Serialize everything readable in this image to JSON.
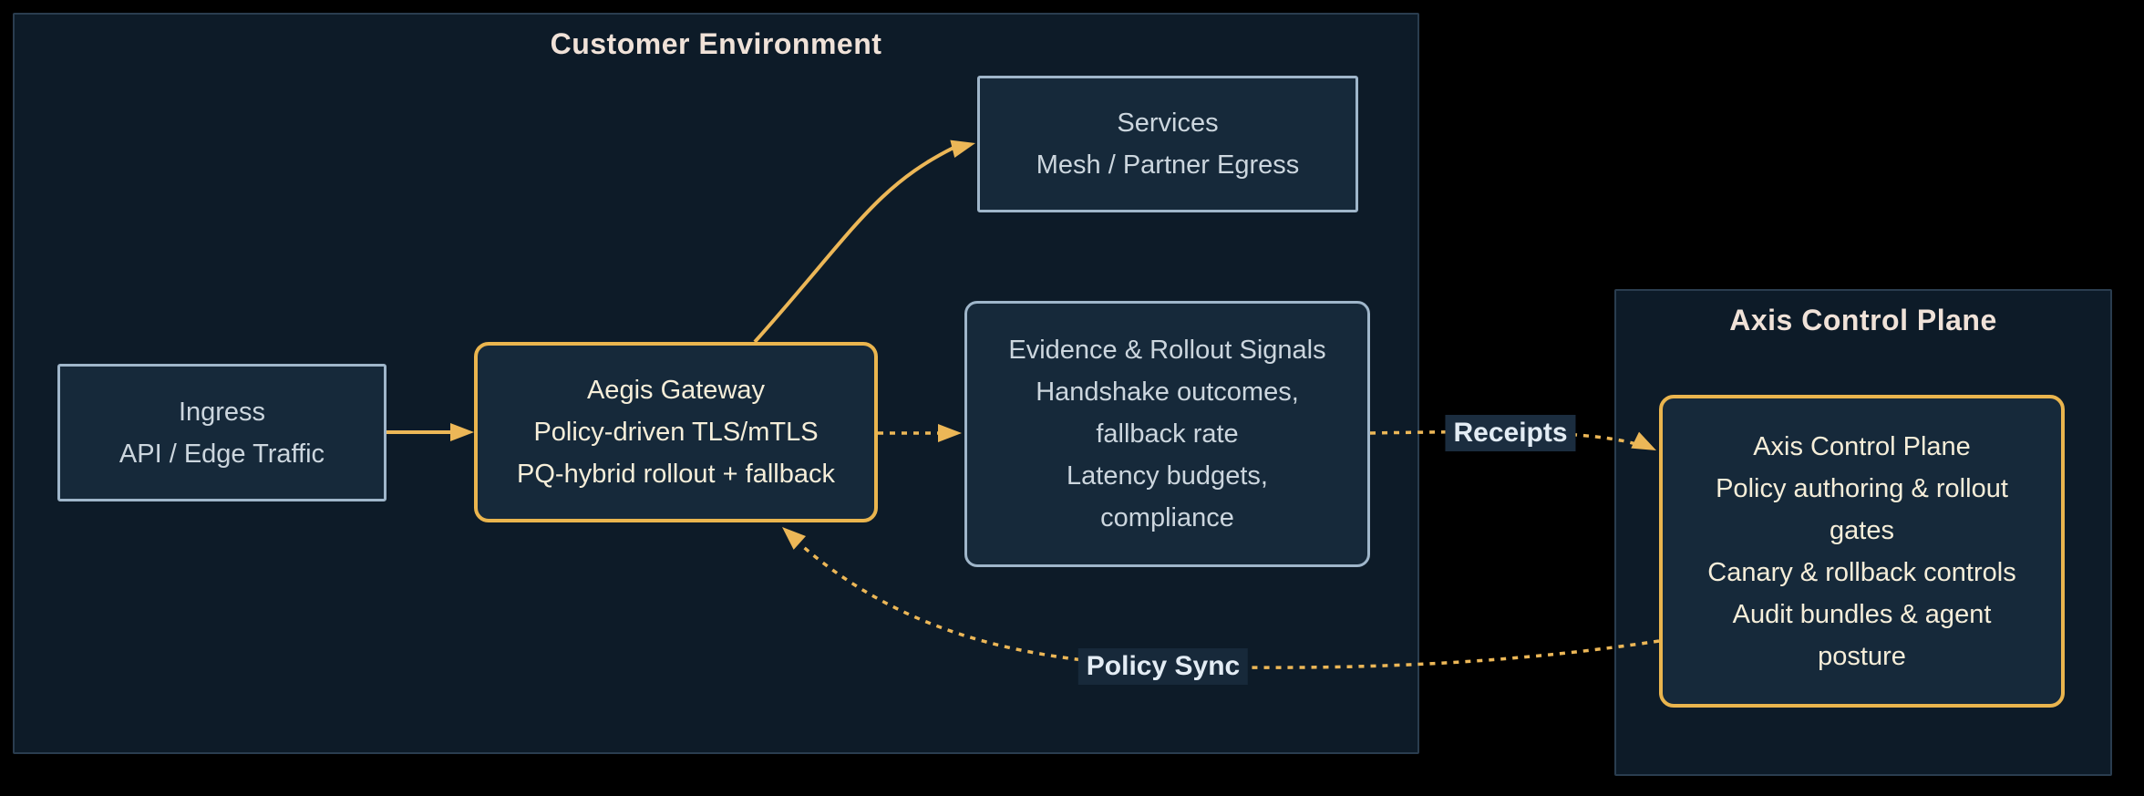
{
  "diagram": {
    "clusters": {
      "customer": {
        "title": "Customer Environment"
      },
      "axis": {
        "title": "Axis Control Plane"
      }
    },
    "nodes": {
      "ingress": {
        "lines": [
          "Ingress",
          "API / Edge Traffic"
        ]
      },
      "gateway": {
        "lines": [
          "Aegis Gateway",
          "Policy-driven TLS/mTLS",
          "PQ-hybrid rollout + fallback"
        ]
      },
      "services": {
        "lines": [
          "Services",
          "Mesh / Partner Egress"
        ]
      },
      "evidence": {
        "lines": [
          "Evidence & Rollout Signals",
          "Handshake outcomes,",
          "fallback rate",
          "Latency budgets,",
          "compliance"
        ]
      },
      "axis_node": {
        "lines": [
          "Axis Control Plane",
          "Policy authoring & rollout",
          "gates",
          "Canary & rollback controls",
          "Audit bundles & agent",
          "posture"
        ]
      }
    },
    "edge_labels": {
      "receipts": "Receipts",
      "policy_sync": "Policy Sync"
    },
    "colors": {
      "page_background": "#000000",
      "cluster_fill": "#0d1b28",
      "cluster_border": "#2a3d4f",
      "node_fill": "#16293a",
      "node_border": "#9fb6ca",
      "accent_gold": "#ecb757",
      "node_text": "#ccd6de",
      "gold_text": "#f6eed9",
      "title_text": "#f0e2d8",
      "edge_label_text": "#e3ecf4",
      "edge_label_bg": "#1b2d3f"
    }
  }
}
